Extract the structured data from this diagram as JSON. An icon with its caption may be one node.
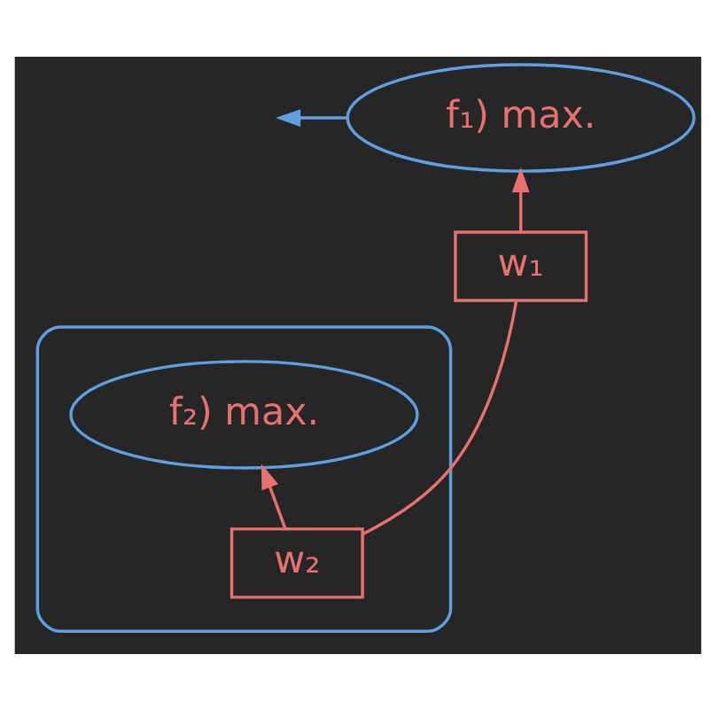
{
  "diagram": {
    "nodes": [
      {
        "text": [
          "f₁) max."
        ]
      },
      {
        "text": [
          "w₁"
        ]
      },
      {
        "text": [],
        "shape": "ellipse"
      },
      {
        "text": [
          "f₂) max."
        ],
        "in": 2
      },
      {
        "text": [
          "w₂"
        ],
        "in": 2
      }
    ],
    "edges": [
      {
        "from": 1,
        "to": 0,
        "arrow": "to"
      },
      {
        "from": 4,
        "to": 1,
        "arrow": "none"
      },
      {
        "from": 4,
        "to": 3,
        "arrow": "to"
      },
      {
        "from": 0,
        "to": null,
        "arrow": "to",
        "color": "#5f9fe0"
      }
    ]
  }
}
